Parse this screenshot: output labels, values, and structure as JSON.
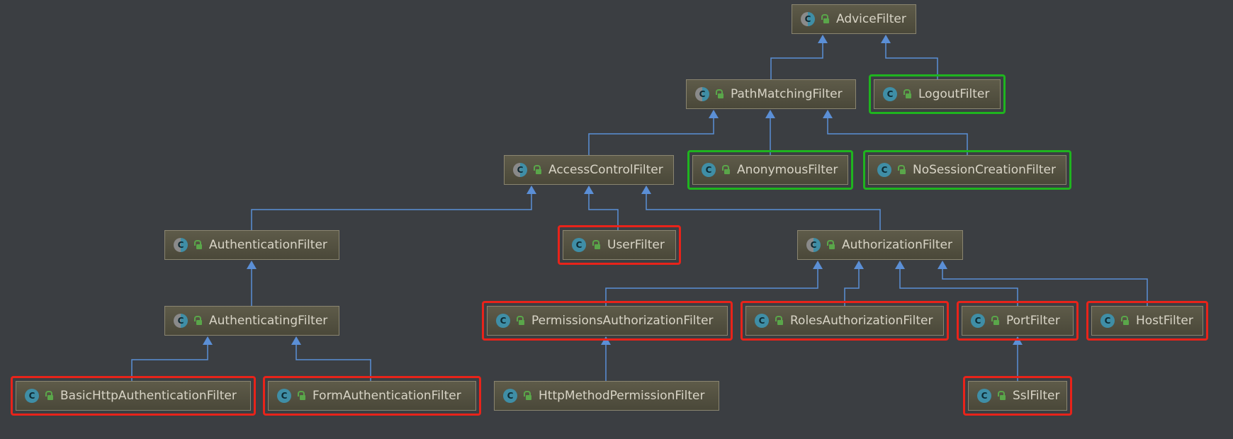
{
  "colors": {
    "background": "#3b3e42",
    "edge": "#5b8fd6",
    "highlight_green": "#1fb41f",
    "highlight_red": "#e8231a"
  },
  "icons": {
    "class_badge": "class-c-icon",
    "visibility": "open-lock-icon"
  },
  "badge_letter": "C",
  "nodes": {
    "AdviceFilter": "AdviceFilter",
    "PathMatchingFilter": "PathMatchingFilter",
    "LogoutFilter": "LogoutFilter",
    "AccessControlFilter": "AccessControlFilter",
    "AnonymousFilter": "AnonymousFilter",
    "NoSessionCreationFilter": "NoSessionCreationFilter",
    "AuthenticationFilter": "AuthenticationFilter",
    "UserFilter": "UserFilter",
    "AuthorizationFilter": "AuthorizationFilter",
    "AuthenticatingFilter": "AuthenticatingFilter",
    "PermissionsAuthorizationFilter": "PermissionsAuthorizationFilter",
    "RolesAuthorizationFilter": "RolesAuthorizationFilter",
    "PortFilter": "PortFilter",
    "HostFilter": "HostFilter",
    "BasicHttpAuthenticationFilter": "BasicHttpAuthenticationFilter",
    "FormAuthenticationFilter": "FormAuthenticationFilter",
    "HttpMethodPermissionFilter": "HttpMethodPermissionFilter",
    "SslFilter": "SslFilter"
  },
  "abstract_classes": [
    "AdviceFilter",
    "PathMatchingFilter",
    "AccessControlFilter",
    "AuthenticationFilter",
    "AuthorizationFilter",
    "AuthenticatingFilter"
  ],
  "highlight_green": [
    "LogoutFilter",
    "AnonymousFilter",
    "NoSessionCreationFilter"
  ],
  "highlight_red": [
    "UserFilter",
    "PermissionsAuthorizationFilter",
    "RolesAuthorizationFilter",
    "PortFilter",
    "HostFilter",
    "BasicHttpAuthenticationFilter",
    "FormAuthenticationFilter",
    "SslFilter"
  ],
  "edges": [
    {
      "child": "PathMatchingFilter",
      "parent": "AdviceFilter"
    },
    {
      "child": "LogoutFilter",
      "parent": "AdviceFilter"
    },
    {
      "child": "AccessControlFilter",
      "parent": "PathMatchingFilter"
    },
    {
      "child": "AnonymousFilter",
      "parent": "PathMatchingFilter"
    },
    {
      "child": "NoSessionCreationFilter",
      "parent": "PathMatchingFilter"
    },
    {
      "child": "AuthenticationFilter",
      "parent": "AccessControlFilter"
    },
    {
      "child": "UserFilter",
      "parent": "AccessControlFilter"
    },
    {
      "child": "AuthorizationFilter",
      "parent": "AccessControlFilter"
    },
    {
      "child": "AuthenticatingFilter",
      "parent": "AuthenticationFilter"
    },
    {
      "child": "BasicHttpAuthenticationFilter",
      "parent": "AuthenticatingFilter"
    },
    {
      "child": "FormAuthenticationFilter",
      "parent": "AuthenticatingFilter"
    },
    {
      "child": "PermissionsAuthorizationFilter",
      "parent": "AuthorizationFilter"
    },
    {
      "child": "RolesAuthorizationFilter",
      "parent": "AuthorizationFilter"
    },
    {
      "child": "PortFilter",
      "parent": "AuthorizationFilter"
    },
    {
      "child": "HostFilter",
      "parent": "AuthorizationFilter"
    },
    {
      "child": "HttpMethodPermissionFilter",
      "parent": "PermissionsAuthorizationFilter"
    },
    {
      "child": "SslFilter",
      "parent": "PortFilter"
    }
  ]
}
